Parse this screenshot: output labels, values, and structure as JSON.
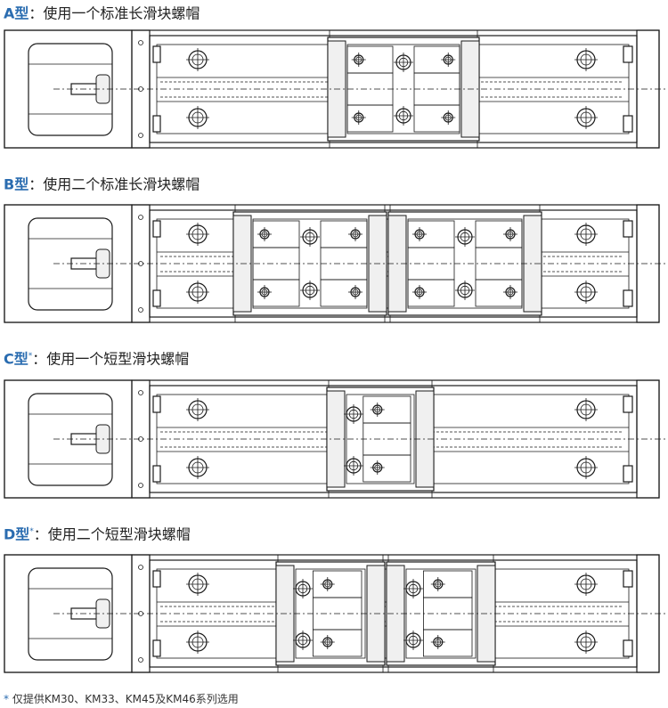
{
  "sections": [
    {
      "type_label": "A型",
      "star": "",
      "desc": "：使用一个标准长滑块螺帽"
    },
    {
      "type_label": "B型",
      "star": "",
      "desc": "：使用二个标准长滑块螺帽"
    },
    {
      "type_label": "C型",
      "star": "*",
      "desc": "：使用一个短型滑块螺帽"
    },
    {
      "type_label": "D型",
      "star": "*",
      "desc": "：使用二个短型滑块螺帽"
    }
  ],
  "footnote": {
    "star": "*",
    "text": " 仅提供KM30、KM33、KM45及KM46系列选用"
  }
}
